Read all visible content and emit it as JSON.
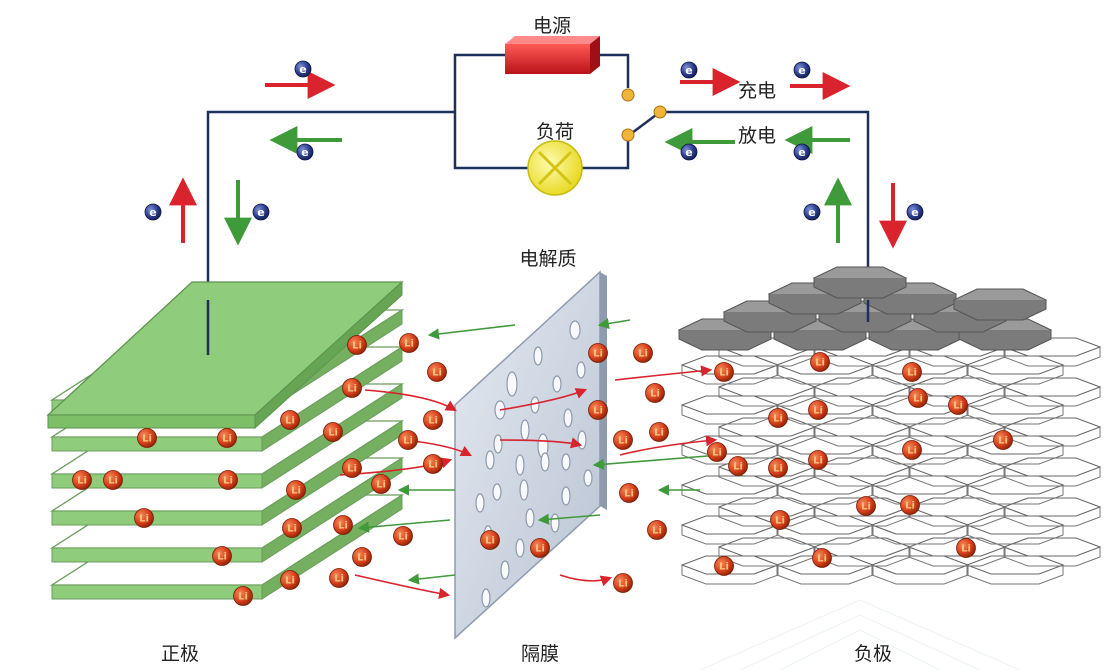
{
  "labels": {
    "power_source": "电源",
    "load": "负荷",
    "charge": "充电",
    "discharge": "放电",
    "electrolyte": "电解质",
    "separator": "隔膜",
    "positive_electrode": "正极",
    "negative_electrode": "负极"
  },
  "symbols": {
    "electron": "e",
    "lithium_ion": "Li"
  },
  "colors": {
    "charge_arrow": "#d9232d",
    "discharge_arrow": "#3f9a3a",
    "wire": "#1f2f5c",
    "cathode_plate": "#8fcc7b",
    "anode_plate": "#9a9a9a",
    "separator": "#cdd6e3",
    "lithium_ion": "#d8401c",
    "electron": "#2c3d8f",
    "power_source": "#e8262d",
    "load_bulb": "#f2ea33"
  },
  "icons": [
    "power-source-icon",
    "light-bulb-icon",
    "switch-icon",
    "electron-icon",
    "lithium-ion-icon"
  ]
}
